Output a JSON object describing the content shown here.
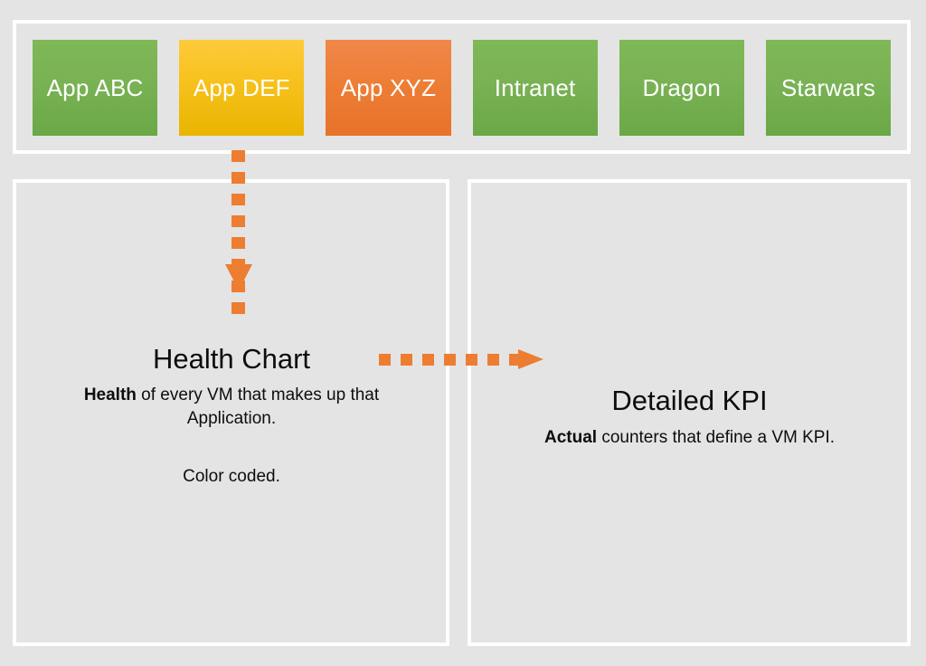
{
  "canvas": {
    "background_color": "#e4e4e4",
    "panel_border_color": "#ffffff"
  },
  "colors": {
    "green": "#79b254",
    "yellow": "#f8c21f",
    "orange_tile": "#ed7e36",
    "arrow_orange": "#ed7d31",
    "text": "#0d0d0d",
    "tile_text": "#ffffff"
  },
  "apps_panel": {
    "tiles": [
      {
        "label": "App ABC",
        "status_color": "green",
        "color_hex": "#79b254"
      },
      {
        "label": "App DEF",
        "status_color": "yellow",
        "color_hex": "#f8c21f"
      },
      {
        "label": "App XYZ",
        "status_color": "orange",
        "color_hex": "#ed7e36"
      },
      {
        "label": "Intranet",
        "status_color": "green",
        "color_hex": "#79b254"
      },
      {
        "label": "Dragon",
        "status_color": "green",
        "color_hex": "#79b254"
      },
      {
        "label": "Starwars",
        "status_color": "green",
        "color_hex": "#79b254"
      }
    ]
  },
  "health_panel": {
    "title": "Health Chart",
    "description_bold": "Health",
    "description_rest": " of every VM that makes up that Application.",
    "note": "Color coded."
  },
  "kpi_panel": {
    "title": "Detailed KPI",
    "description_bold": "Actual",
    "description_rest": " counters that define a VM KPI."
  },
  "connectors": {
    "app_to_health": {
      "icon": "dashed-arrow-down-icon",
      "direction": "down",
      "from": "App DEF",
      "to": "Health Chart",
      "dash_count": 8
    },
    "health_to_kpi": {
      "icon": "dashed-arrow-right-icon",
      "direction": "right",
      "from": "Health Chart",
      "to": "Detailed KPI",
      "dash_count": 7
    }
  }
}
